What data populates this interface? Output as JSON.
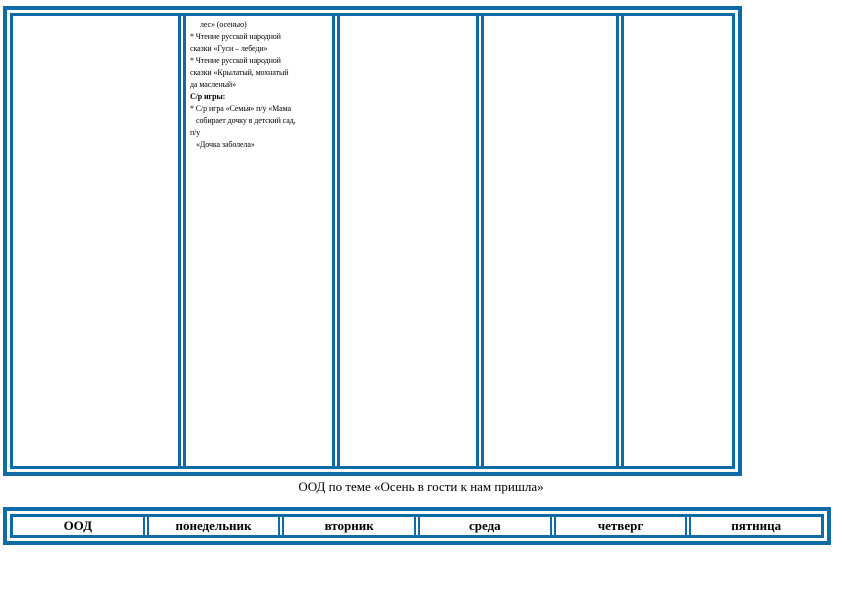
{
  "top_table": {
    "cell_lines": [
      "лес» (осенью)",
      "* Чтение русской народной",
      "сказки «Гуси – лебеди»",
      "* Чтение русской народной",
      "сказки «Крылатый, мохнатый",
      "да масленый»",
      "С/р игры:",
      "* С/р игра «Семья» п/у «Мама",
      "собирает дочку в детский сад,",
      "п/у",
      "«Дочка заболела»"
    ]
  },
  "caption": "ООД по теме «Осень в гости к нам пришла»",
  "bottom_header": [
    "ООД",
    "понедельник",
    "вторник",
    "среда",
    "четверг",
    "пятница"
  ],
  "colors": {
    "border": "#0f6aa8"
  }
}
